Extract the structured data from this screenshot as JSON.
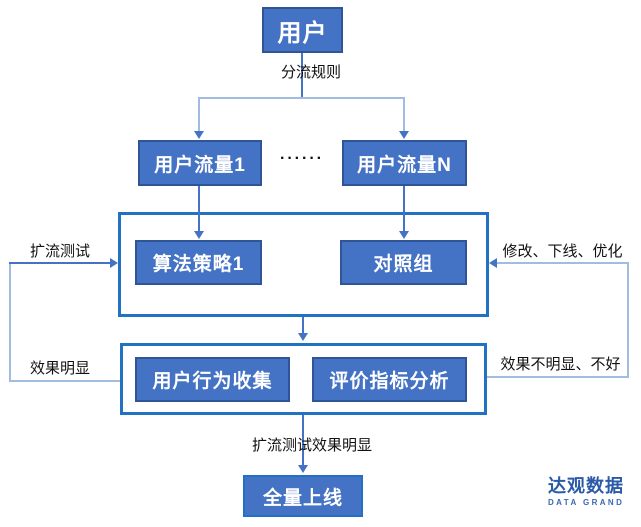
{
  "diagram": {
    "nodes": {
      "user": "用户",
      "traffic1": "用户流量1",
      "trafficN": "用户流量N",
      "algorithm": "算法策略1",
      "control": "对照组",
      "behavior": "用户行为收集",
      "metrics": "评价指标分析",
      "launch": "全量上线"
    },
    "labels": {
      "split_rule": "分流规则",
      "dots": "······",
      "expand_test": "扩流测试",
      "effect_obvious": "效果明显",
      "modify_offline_optimize": "修改、下线、优化",
      "effect_not_obvious": "效果不明显、不好",
      "expand_test_effect": "扩流测试效果明显"
    },
    "colors": {
      "node_fill": "#4472C4",
      "node_border": "#2F5597",
      "group_border": "#2272C4",
      "connector_dark": "#4472C4",
      "connector_light": "#A3BBE0",
      "node_text": "#FFFFFF",
      "label_text": "#111111"
    }
  },
  "logo": {
    "name": "达观数据",
    "subtitle": "DATA GRAND",
    "color": "#2B5AA7"
  }
}
